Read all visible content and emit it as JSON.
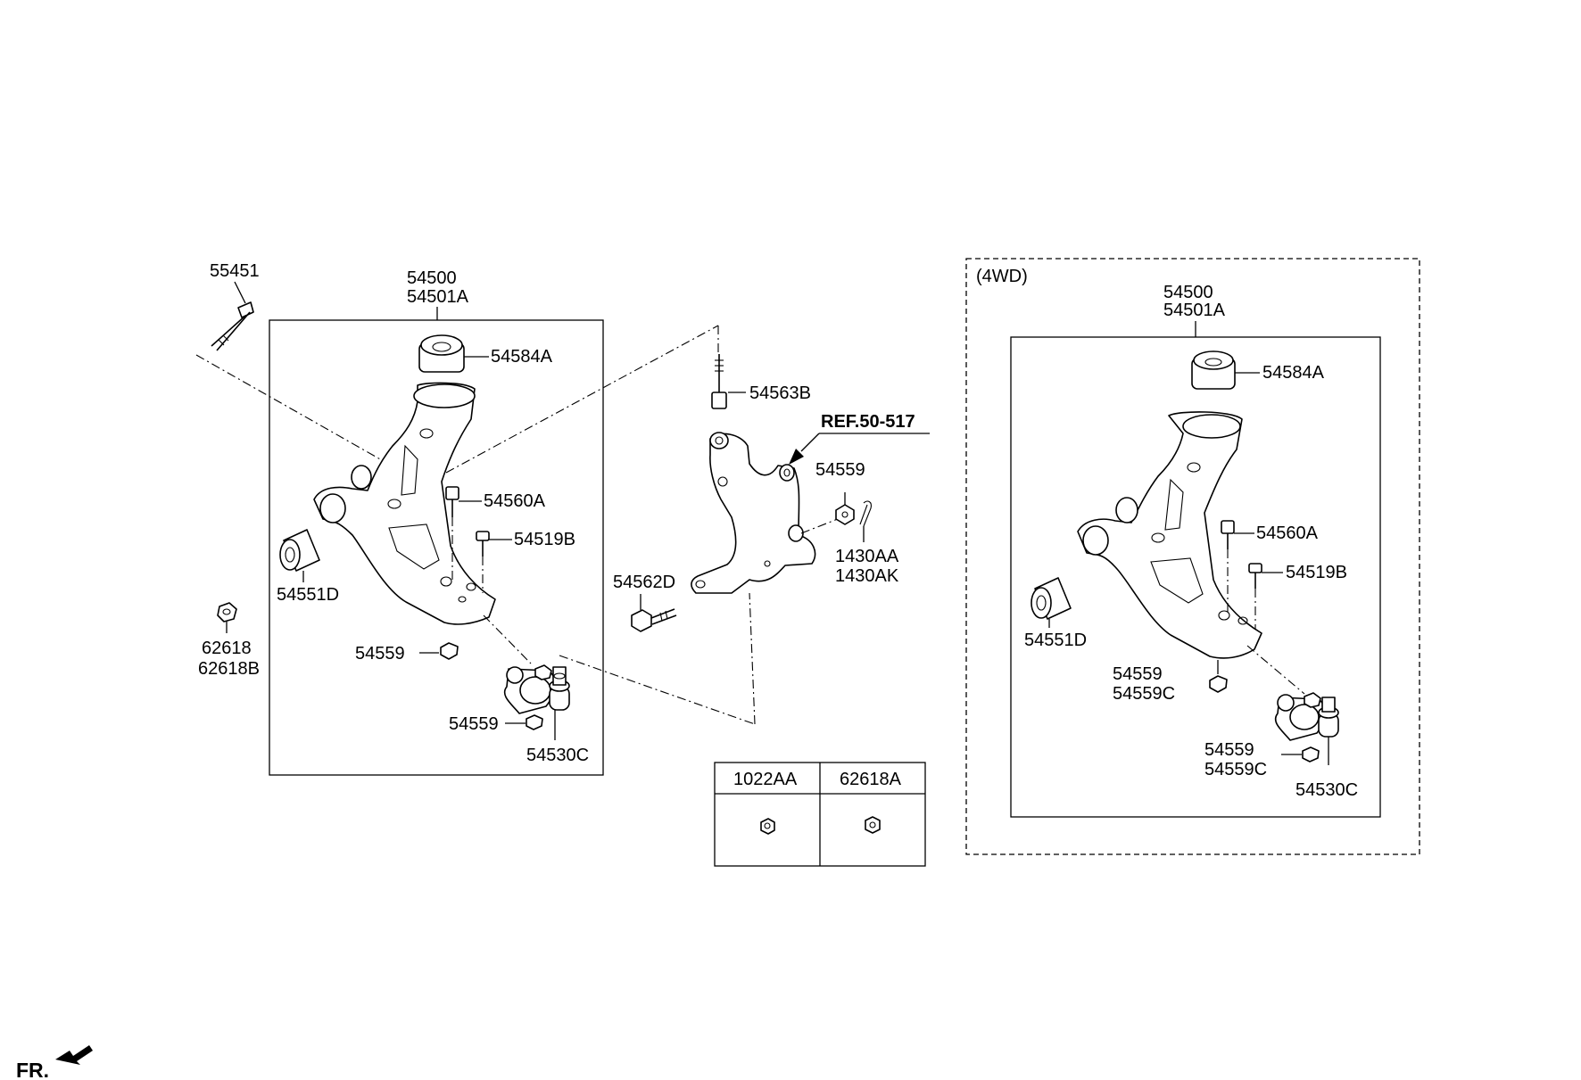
{
  "labels": {
    "l_55451": "55451",
    "l_54500": "54500",
    "l_54501a": "54501A",
    "l_54584a": "54584A",
    "l_54560a": "54560A",
    "l_54519b": "54519B",
    "l_54551d": "54551D",
    "l_62618": "62618",
    "l_62618b": "62618B",
    "l_54559_a": "54559",
    "l_54559_b": "54559",
    "l_54530c": "54530C",
    "l_54563b": "54563B",
    "l_ref": "REF.50-517",
    "l_54559_c": "54559",
    "l_1430aa": "1430AA",
    "l_1430ak": "1430AK",
    "l_54562d": "54562D"
  },
  "table": {
    "col1": "1022AA",
    "col2": "62618A"
  },
  "fourwd": {
    "title": "(4WD)",
    "l_54500": "54500",
    "l_54501a": "54501A",
    "l_54584a": "54584A",
    "l_54560a": "54560A",
    "l_54519b": "54519B",
    "l_54551d": "54551D",
    "l_54559_a": "54559",
    "l_54559c_a": "54559C",
    "l_54559_b": "54559",
    "l_54559c_b": "54559C",
    "l_54530c": "54530C"
  },
  "direction": {
    "label": "FR."
  }
}
